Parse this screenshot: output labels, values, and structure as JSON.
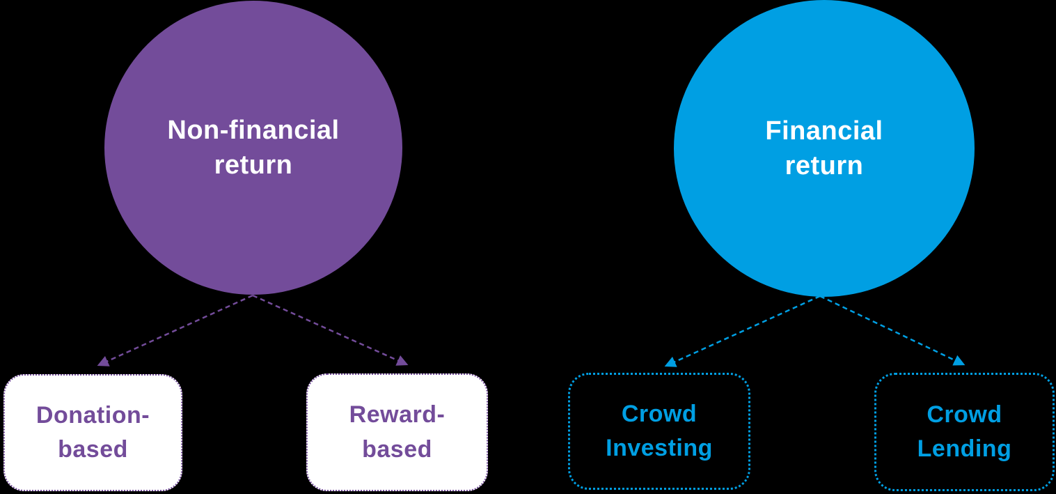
{
  "colors": {
    "background": "#000000",
    "purple": "#734C9A",
    "blue": "#009FE3",
    "box-fill": "#FFFFFF",
    "circle-text": "#FFFFFF"
  },
  "circles": [
    {
      "id": "non-financial-return",
      "line1": "Non-financial",
      "line2": "return"
    },
    {
      "id": "financial-return",
      "line1": "Financial",
      "line2": "return"
    }
  ],
  "boxes": [
    {
      "id": "donation-based",
      "line1": "Donation-",
      "line2": "based"
    },
    {
      "id": "reward-based",
      "line1": "Reward-",
      "line2": "based"
    },
    {
      "id": "crowd-investing",
      "line1": "Crowd",
      "line2": "Investing"
    },
    {
      "id": "crowd-lending",
      "line1": "Crowd",
      "line2": "Lending"
    }
  ]
}
